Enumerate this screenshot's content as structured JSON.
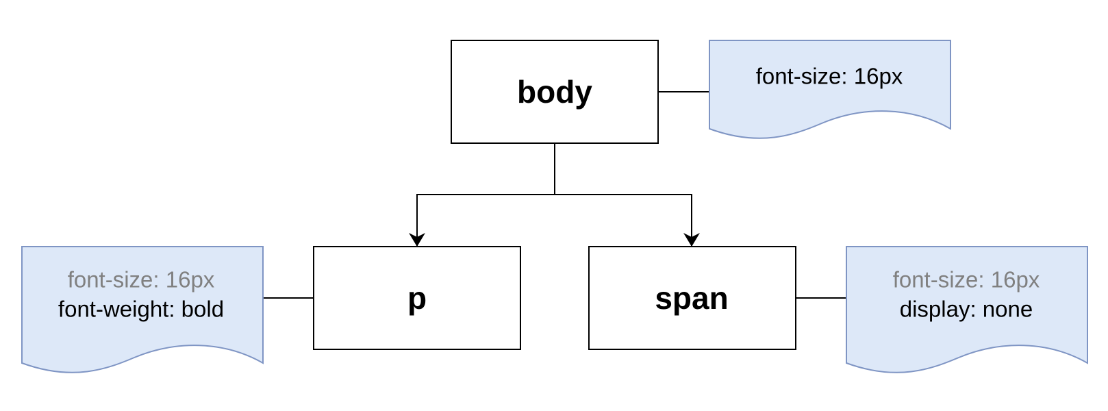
{
  "colors": {
    "note_fill": "#dde8f8",
    "note_stroke": "#7f95c4",
    "inherited_text": "#808080",
    "own_text": "#000000"
  },
  "nodes": {
    "body": {
      "label": "body"
    },
    "p": {
      "label": "p"
    },
    "span": {
      "label": "span"
    }
  },
  "notes": {
    "body": {
      "lines": [
        {
          "text": "font-size: 16px",
          "inherited": false
        }
      ]
    },
    "p": {
      "lines": [
        {
          "text": "font-size: 16px",
          "inherited": true
        },
        {
          "text": "font-weight: bold",
          "inherited": false
        }
      ]
    },
    "span": {
      "lines": [
        {
          "text": "font-size: 16px",
          "inherited": true
        },
        {
          "text": "display: none",
          "inherited": false
        }
      ]
    }
  }
}
